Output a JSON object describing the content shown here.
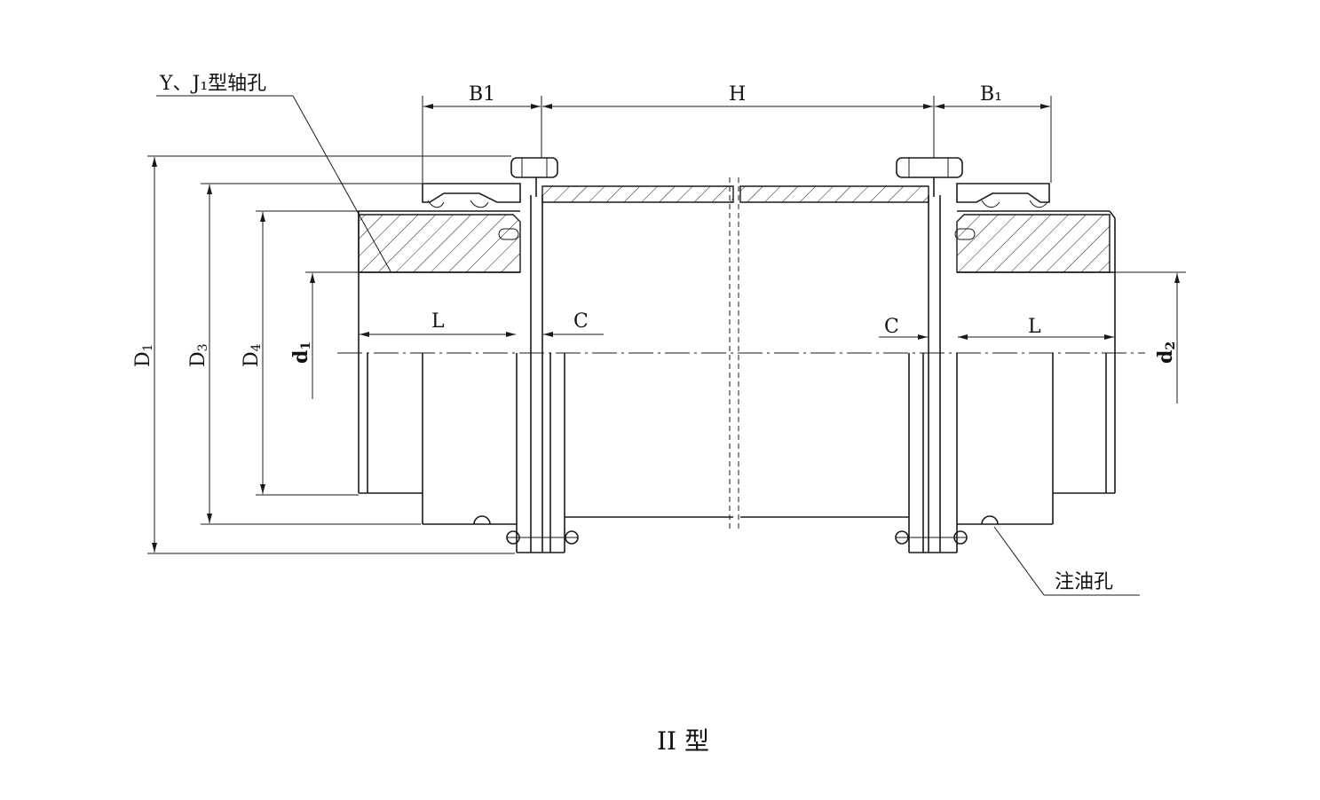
{
  "labels": {
    "shaft_hole_type": "Y、J₁型轴孔",
    "oil_hole": "注油孔",
    "figure_caption": "II 型"
  },
  "dimensions": {
    "b1_left": "B1",
    "h": "H",
    "b1_right": "B₁",
    "l_left": "L",
    "l_right": "L",
    "c_left": "C",
    "c_right": "C",
    "d1_main": "D",
    "d1_sub": "1",
    "d3_main": "D",
    "d3_sub": "3",
    "d4_main": "D",
    "d4_sub": "4",
    "shaft_d1_main": "d",
    "shaft_d1_sub": "1",
    "shaft_d2_main": "d",
    "shaft_d2_sub": "2"
  }
}
